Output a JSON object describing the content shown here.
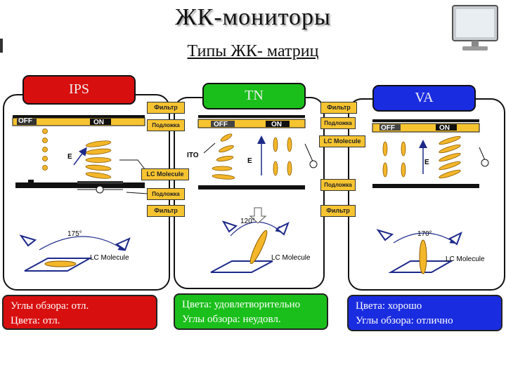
{
  "title": "ЖК-мониторы",
  "subtitle": "Типы ЖК- матриц",
  "panels": {
    "ips": {
      "label": "IPS",
      "color": "#d80f0f",
      "off": "OFF",
      "on": "ON",
      "e": "E",
      "angle": "175°",
      "molecule": "LC Molecule",
      "summary": [
        "Углы обзора: отл.",
        "Цвета: отл."
      ]
    },
    "tn": {
      "label": "TN",
      "color": "#1bbf1b",
      "off": "OFF",
      "on": "ON",
      "e": "E",
      "ito": "ITO",
      "angle": "120°",
      "molecule": "LC Molecule",
      "summary": [
        "Цвета: удовлетворительно",
        "Углы обзора: неудовл."
      ]
    },
    "va": {
      "label": "VA",
      "color": "#1a2ce0",
      "off": "OFF",
      "on": "ON",
      "e": "E",
      "angle": "170°",
      "molecule": "LC Molecule",
      "summary": [
        "Цвета: хорошо",
        "Углы обзора: отлично"
      ]
    }
  },
  "layer_labels": {
    "filter": "Фильтр",
    "substrate": "Подложка",
    "lc_molecule": "LC Molecule"
  }
}
